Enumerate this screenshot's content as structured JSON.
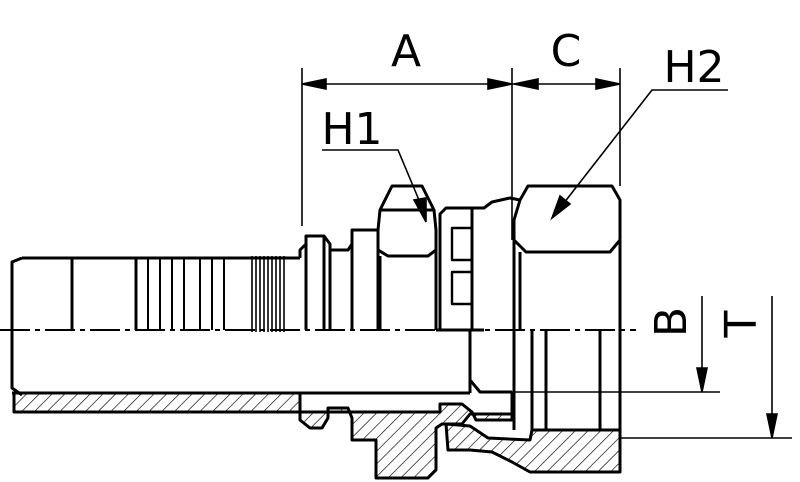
{
  "labels": {
    "A": "A",
    "C": "C",
    "H1": "H1",
    "H2": "H2",
    "B": "B",
    "T": "T"
  },
  "colors": {
    "ink": "#000000",
    "paper": "#ffffff"
  }
}
